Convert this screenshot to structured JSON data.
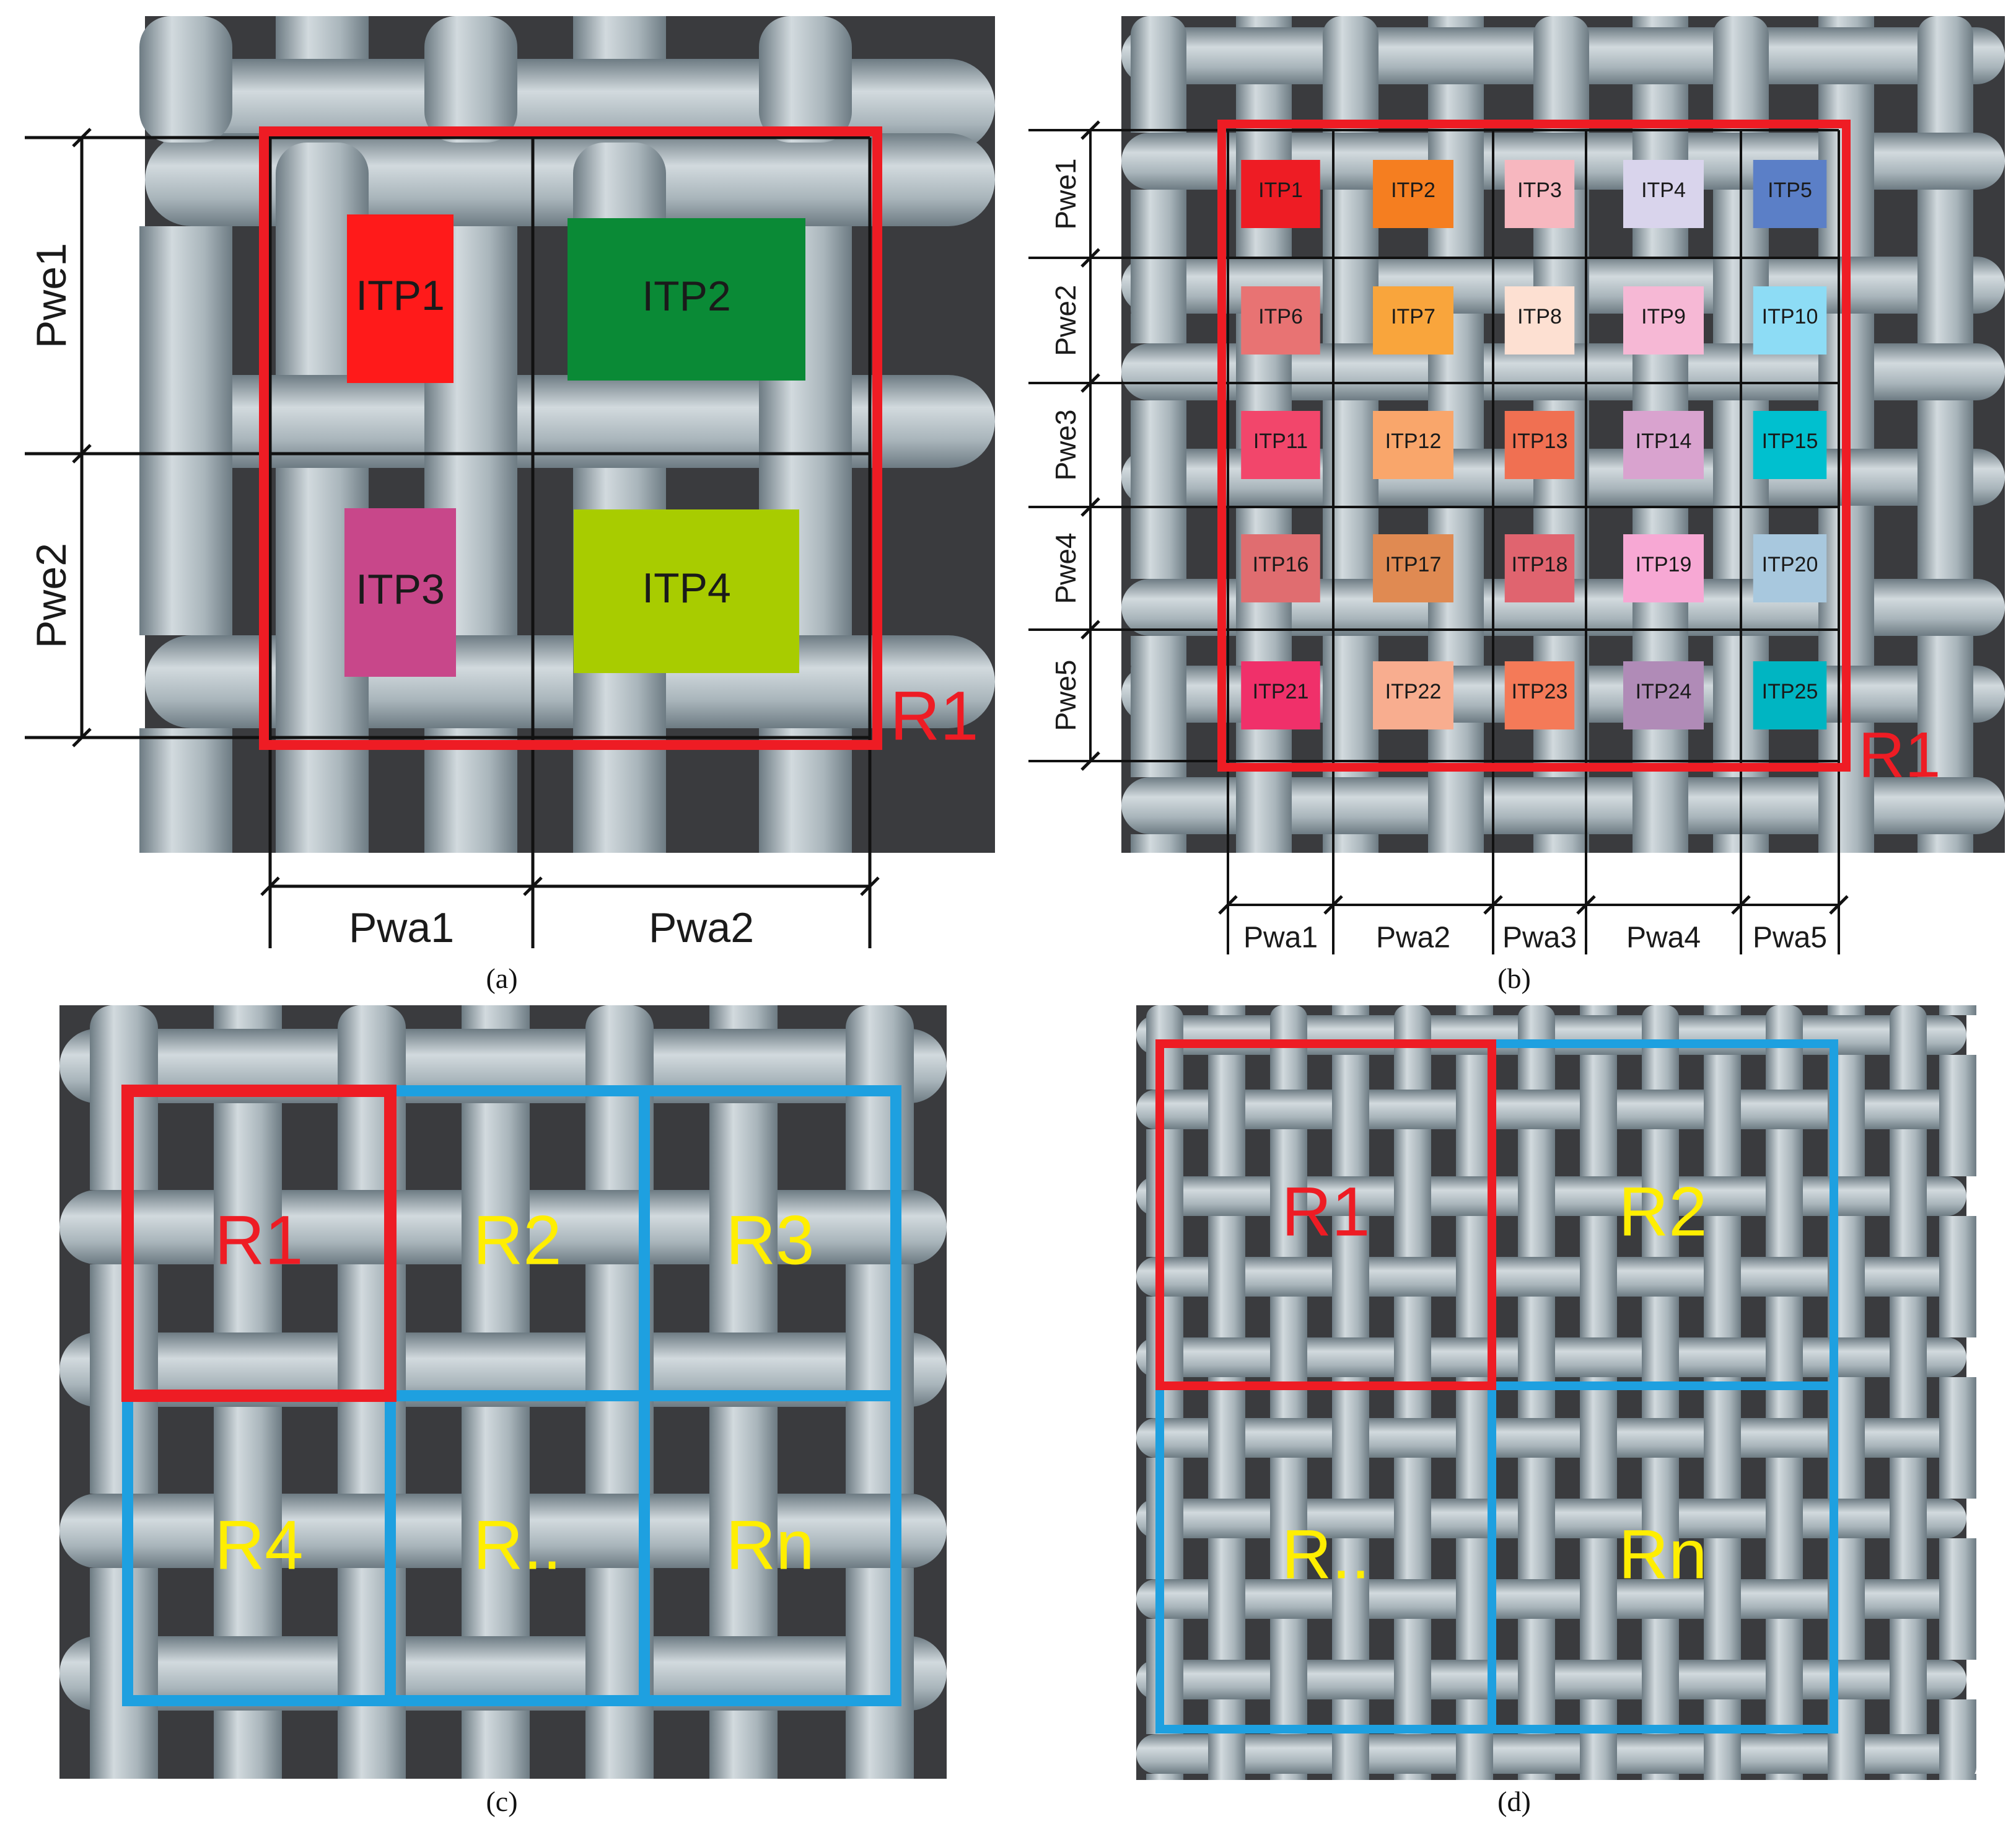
{
  "colors": {
    "background": "#3a3b3e",
    "grid_line": "#2b2b2b",
    "yarn_light": "#d2dade",
    "yarn_mid": "#a9b5bb",
    "yarn_dark": "#6d7b83",
    "repeat_red": "#ee1c24",
    "repeat_blue": "#1ea0e0",
    "label_yellow": "#ffee00",
    "dimension_line": "#111111"
  },
  "panel_a": {
    "caption": "(a)",
    "itps": [
      {
        "label": "ITP1",
        "color": "#ff1a1a"
      },
      {
        "label": "ITP2",
        "color": "#0a8a36"
      },
      {
        "label": "ITP3",
        "color": "#c8478a"
      },
      {
        "label": "ITP4",
        "color": "#a8cc00"
      }
    ],
    "weft_dims": [
      "Pwe1",
      "Pwe2"
    ],
    "warp_dims": [
      "Pwa1",
      "Pwa2"
    ],
    "repeat_label": "R1"
  },
  "panel_b": {
    "caption": "(b)",
    "itps": [
      {
        "label": "ITP1",
        "color": "#ee1c24"
      },
      {
        "label": "ITP2",
        "color": "#f57e20"
      },
      {
        "label": "ITP3",
        "color": "#f7b7bf"
      },
      {
        "label": "ITP4",
        "color": "#d9d4ec"
      },
      {
        "label": "ITP5",
        "color": "#5b7fc7"
      },
      {
        "label": "ITP6",
        "color": "#e87373"
      },
      {
        "label": "ITP7",
        "color": "#f9a53c"
      },
      {
        "label": "ITP8",
        "color": "#fde0d2"
      },
      {
        "label": "ITP9",
        "color": "#f6b8d5"
      },
      {
        "label": "ITP10",
        "color": "#8ddcf5"
      },
      {
        "label": "ITP11",
        "color": "#f2466b"
      },
      {
        "label": "ITP12",
        "color": "#f9a66b"
      },
      {
        "label": "ITP13",
        "color": "#f07052"
      },
      {
        "label": "ITP14",
        "color": "#d9a3cf"
      },
      {
        "label": "ITP15",
        "color": "#00c0cf"
      },
      {
        "label": "ITP16",
        "color": "#e06d70"
      },
      {
        "label": "ITP17",
        "color": "#e08a52"
      },
      {
        "label": "ITP18",
        "color": "#e0646f"
      },
      {
        "label": "ITP19",
        "color": "#f7a8d4"
      },
      {
        "label": "ITP20",
        "color": "#a8c8de"
      },
      {
        "label": "ITP21",
        "color": "#f0306a"
      },
      {
        "label": "ITP22",
        "color": "#f8ad8f"
      },
      {
        "label": "ITP23",
        "color": "#f47a58"
      },
      {
        "label": "ITP24",
        "color": "#b08bb7"
      },
      {
        "label": "ITP25",
        "color": "#00b5c2"
      }
    ],
    "weft_dims": [
      "Pwe1",
      "Pwe2",
      "Pwe3",
      "Pwe4",
      "Pwe5"
    ],
    "warp_dims": [
      "Pwa1",
      "Pwa2",
      "Pwa3",
      "Pwa4",
      "Pwa5"
    ],
    "repeat_label": "R1"
  },
  "panel_c": {
    "caption": "(c)",
    "repeats": [
      {
        "label": "R1",
        "color": "red"
      },
      {
        "label": "R2",
        "color": "yellow"
      },
      {
        "label": "R3",
        "color": "yellow"
      },
      {
        "label": "R4",
        "color": "yellow"
      },
      {
        "label": "R..",
        "color": "yellow"
      },
      {
        "label": "Rn",
        "color": "yellow"
      }
    ]
  },
  "panel_d": {
    "caption": "(d)",
    "repeats": [
      {
        "label": "R1",
        "color": "red"
      },
      {
        "label": "R2",
        "color": "yellow"
      },
      {
        "label": "R..",
        "color": "yellow"
      },
      {
        "label": "Rn",
        "color": "yellow"
      }
    ]
  }
}
